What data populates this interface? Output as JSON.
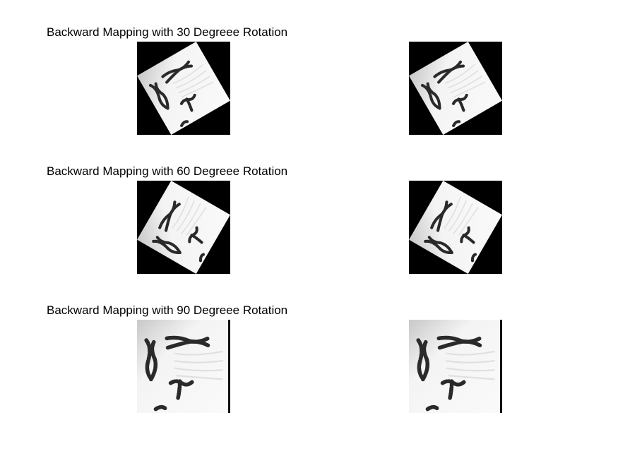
{
  "figure": {
    "rows": [
      {
        "title": "Backward Mapping with 30 Degreee Rotation",
        "rotation": 30,
        "crop": false
      },
      {
        "title": "Backward Mapping with 60 Degreee Rotation",
        "rotation": 60,
        "crop": false
      },
      {
        "title": "Backward Mapping with 90 Degreee Rotation",
        "rotation": 90,
        "crop": true
      }
    ],
    "colors": {
      "background": "#ffffff",
      "image_background": "#000000",
      "paper_light": "#f4f4f4",
      "paper_dark": "#c8c8c8",
      "chromosome": "#2a2a2a"
    }
  }
}
